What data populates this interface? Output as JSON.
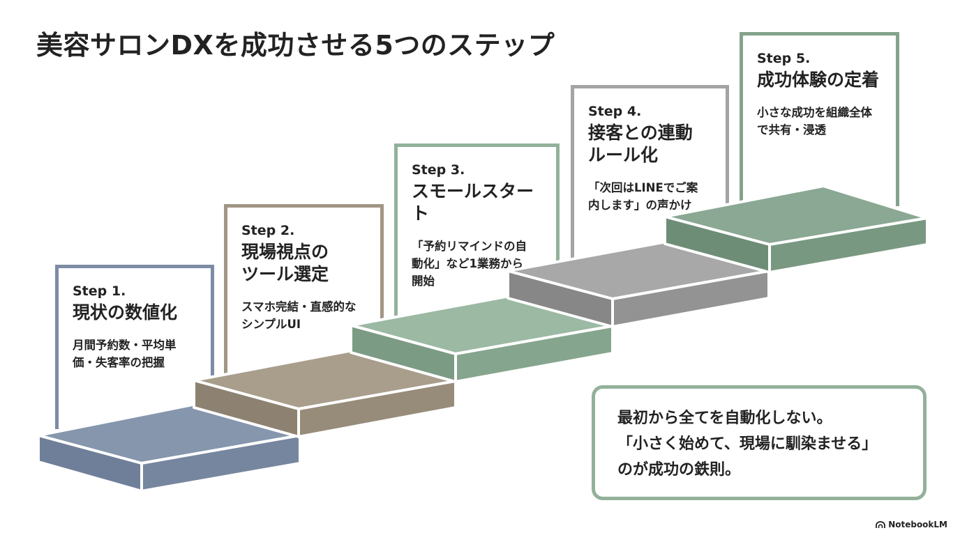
{
  "title": "美容サロンDXを成功させる5つのステップ",
  "colors": {
    "step1": "#7d8ca6",
    "step2": "#a19684",
    "step3": "#93b19a",
    "step4": "#a4a4a4",
    "step5": "#84a38c",
    "callout_border": "#93b19a",
    "text": "#222222"
  },
  "steps": [
    {
      "number": "Step 1.",
      "title": "現状の数値化",
      "description": "月間予約数・平均単\n価・失客率の把握"
    },
    {
      "number": "Step 2.",
      "title": "現場視点の\nツール選定",
      "description": "スマホ完結・直感的な\nシンプルUI"
    },
    {
      "number": "Step 3.",
      "title": "スモールスタート",
      "description": "「予約リマインドの自\n動化」など1業務から\n開始"
    },
    {
      "number": "Step 4.",
      "title": "接客との連動\nルール化",
      "description": "「次回はLINEでご案\n内します」の声かけ"
    },
    {
      "number": "Step 5.",
      "title": "成功体験の定着",
      "description": "小さな成功を組織全体\nで共有・浸透"
    }
  ],
  "callout": {
    "lines": [
      "最初から全てを自動化しない。",
      "「小さく始めて、現場に馴染ませる」",
      "のが成功の鉄則。"
    ]
  },
  "brand": {
    "label": "NotebookLM",
    "icon": "notebooklm-logo-icon"
  }
}
